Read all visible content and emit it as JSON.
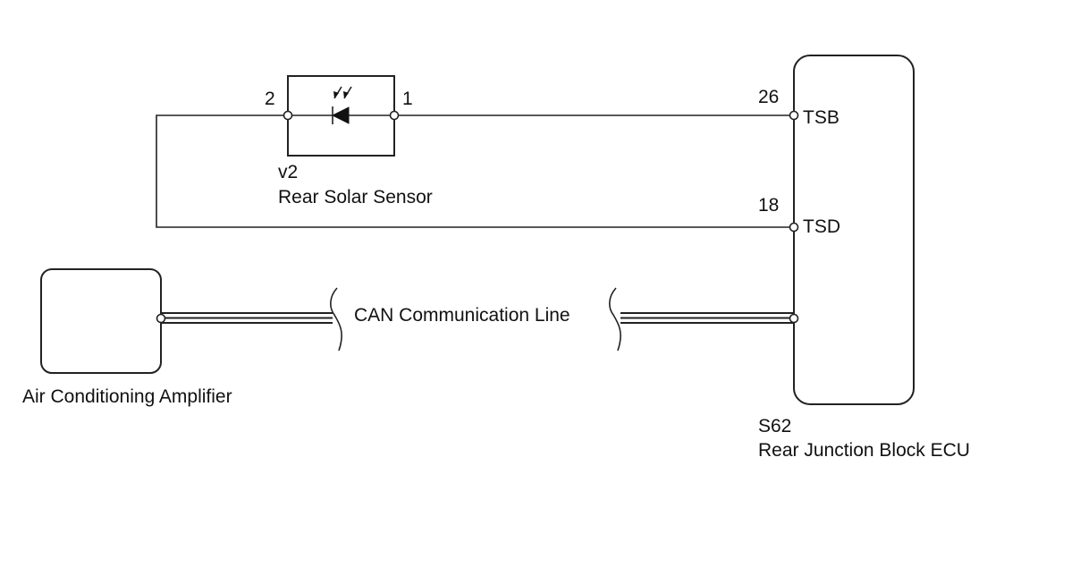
{
  "sensor": {
    "code": "v2",
    "name": "Rear Solar Sensor",
    "pin_left": "2",
    "pin_right": "1"
  },
  "ecu": {
    "code": "S62",
    "name": "Rear Junction Block ECU",
    "pin_tsb_number": "26",
    "pin_tsb_name": "TSB",
    "pin_tsd_number": "18",
    "pin_tsd_name": "TSD"
  },
  "amplifier": {
    "name": "Air Conditioning Amplifier"
  },
  "can_line": {
    "label": "CAN Communication Line"
  }
}
